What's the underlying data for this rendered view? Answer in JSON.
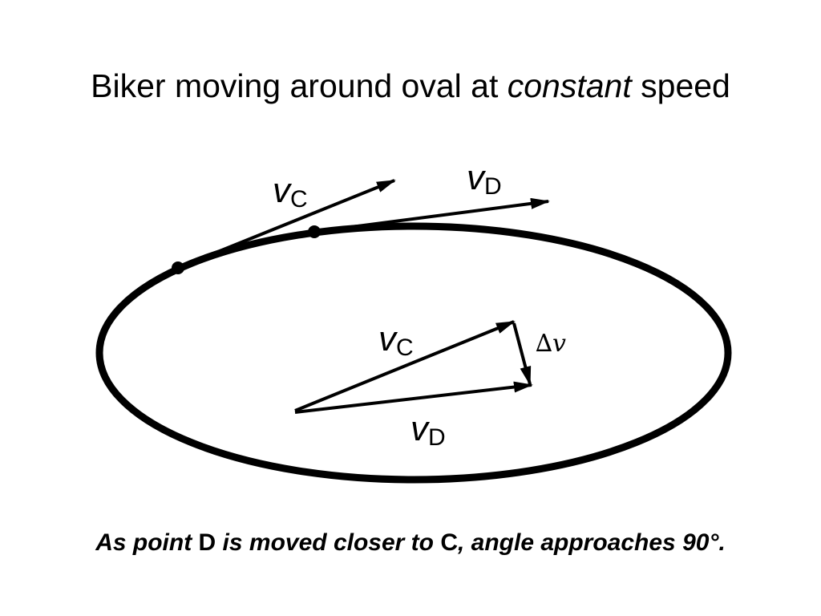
{
  "title": {
    "part1": "Biker moving around oval at ",
    "emphasis": "constant",
    "part2": " speed"
  },
  "labels": {
    "v_symbol": "v",
    "sub_c": "C",
    "sub_d": "D",
    "delta_symbol": "∆",
    "delta_v": "v"
  },
  "caption": {
    "part1": "As point ",
    "point_d": "D",
    "part2": " is moved closer to ",
    "point_c": "C",
    "part3": ", angle approaches 90°."
  },
  "colors": {
    "ink": "#000000",
    "background": "#ffffff"
  }
}
